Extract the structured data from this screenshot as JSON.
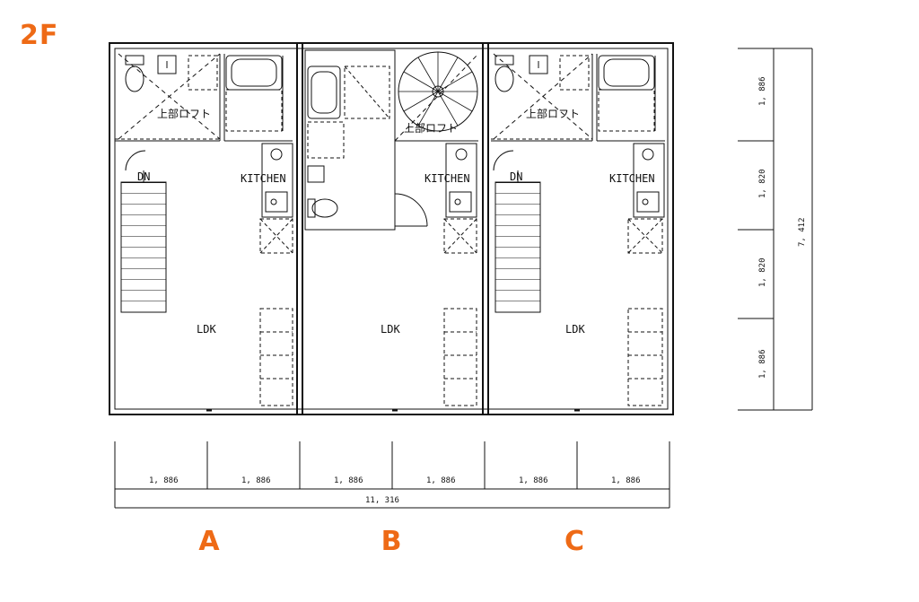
{
  "floor_label": "2F",
  "units": [
    {
      "id": "A",
      "ldk": "LDK",
      "kitchen": "KITCHEN",
      "dn": "DN",
      "loft": "上部ロフト"
    },
    {
      "id": "B",
      "ldk": "LDK",
      "kitchen": "KITCHEN",
      "loft": "上部ロフト"
    },
    {
      "id": "C",
      "ldk": "LDK",
      "kitchen": "KITCHEN",
      "dn": "DN",
      "loft": "上部ロフト"
    }
  ],
  "dimensions": {
    "horizontal": [
      "1, 886",
      "1, 886",
      "1, 886",
      "1, 886",
      "1, 886",
      "1, 886"
    ],
    "horizontal_total": "11, 316",
    "vertical": [
      "1, 886",
      "1, 820",
      "1, 820",
      "1, 886"
    ],
    "vertical_total": "7, 412"
  },
  "colors": {
    "accent": "#ee6a16",
    "line": "#111111"
  }
}
